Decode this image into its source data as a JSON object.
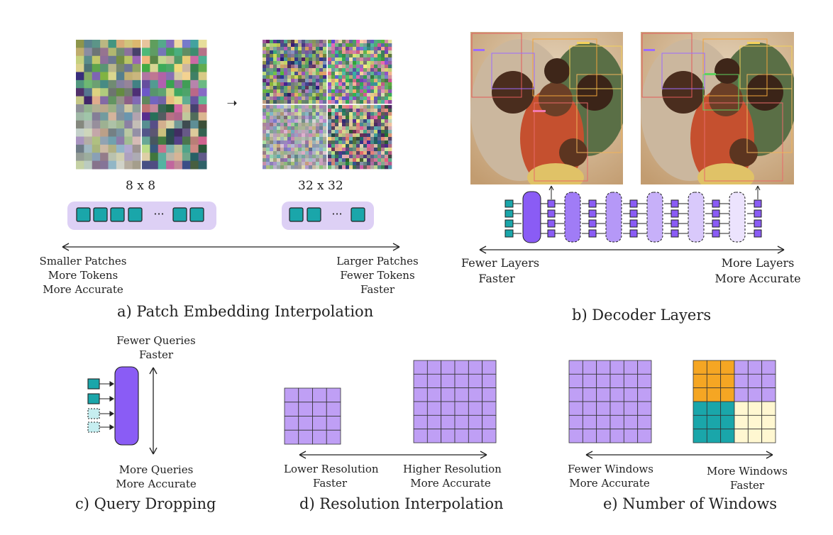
{
  "panel_a": {
    "left_size_label": "8 x 8",
    "right_size_label": "32 x 32",
    "left_ellipsis": "···",
    "right_ellipsis": "···",
    "left_lines": [
      "Smaller Patches",
      "More Tokens",
      "More Accurate"
    ],
    "right_lines": [
      "Larger Patches",
      "Fewer Tokens",
      "Faster"
    ],
    "caption": "a) Patch Embedding Interpolation"
  },
  "panel_b": {
    "left_lines": [
      "Fewer Layers",
      "Faster"
    ],
    "right_lines": [
      "More Layers",
      "More Accurate"
    ],
    "caption": "b) Decoder Layers"
  },
  "panel_c": {
    "top_lines": [
      "Fewer Queries",
      "Faster"
    ],
    "bottom_lines": [
      "More Queries",
      "More Accurate"
    ],
    "caption": "c) Query Dropping"
  },
  "panel_d": {
    "left_lines": [
      "Lower Resolution",
      "Faster"
    ],
    "right_lines": [
      "Higher Resolution",
      "More Accurate"
    ],
    "caption": "d) Resolution Interpolation"
  },
  "panel_e": {
    "left_lines": [
      "Fewer Windows",
      "More Accurate"
    ],
    "right_lines": [
      "More Windows",
      "Faster"
    ],
    "caption": "e) Number of Windows"
  },
  "colors": {
    "token_teal": "#1aa6aa",
    "token_dashed": "#c6eef0",
    "decoder_purple": "#8a5cf5",
    "grid_lavender": "#bf9ff5",
    "token_bar_bg": "#ddd0f5",
    "window_orange": "#f5a623",
    "window_cream": "#fff7d1",
    "window_purple": "#bf9ff5",
    "window_teal": "#1aa6aa"
  }
}
